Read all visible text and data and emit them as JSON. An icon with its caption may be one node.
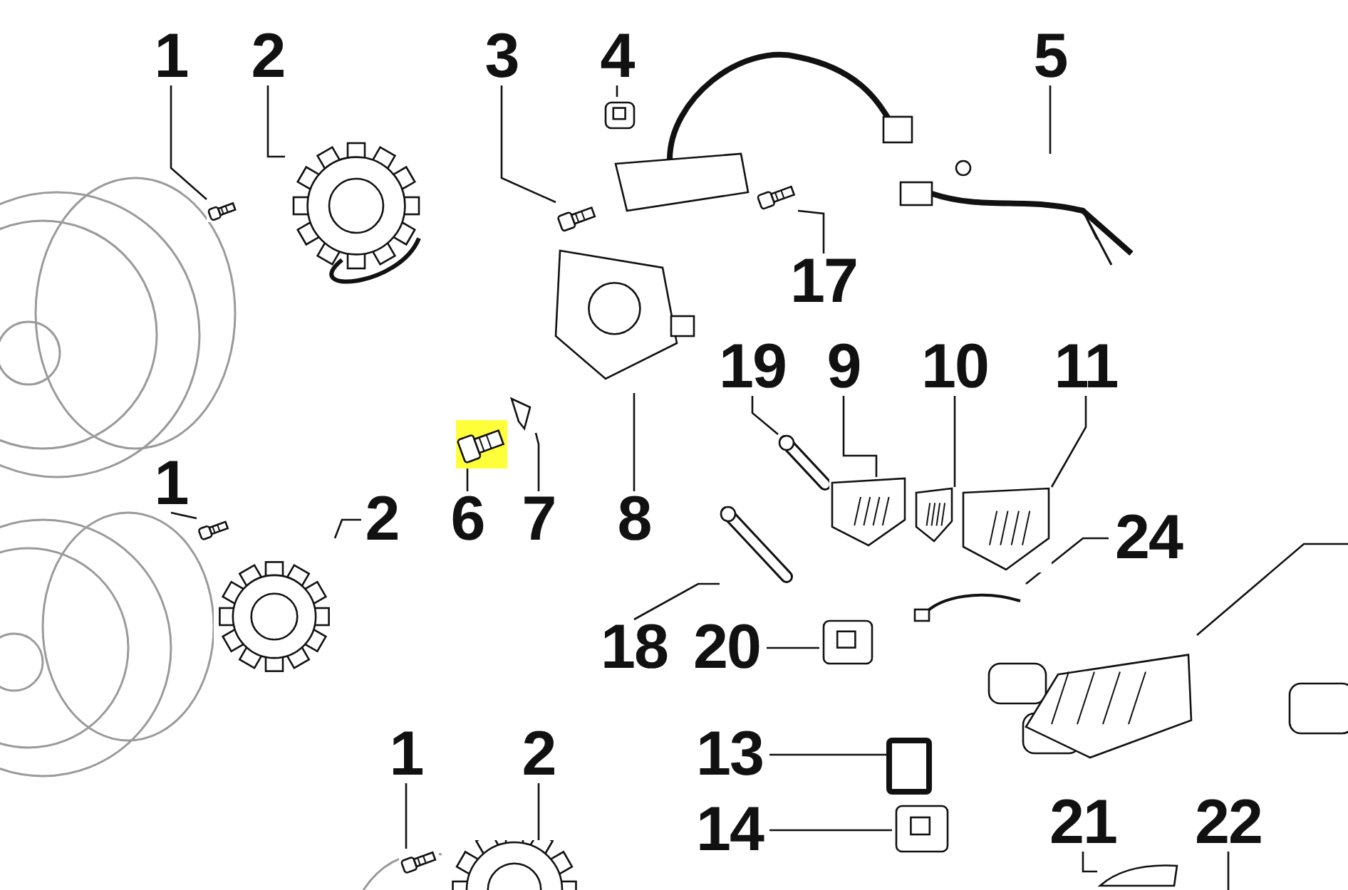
{
  "diagram": {
    "nodes": [
      {
        "text": [
          "1"
        ]
      },
      {
        "text": [
          "2"
        ]
      },
      {
        "text": [
          "3"
        ]
      },
      {
        "text": [
          "4"
        ]
      },
      {
        "text": [
          "5"
        ]
      },
      {
        "text": [
          "17"
        ]
      },
      {
        "text": [
          "19"
        ]
      },
      {
        "text": [
          "9"
        ]
      },
      {
        "text": [
          "10"
        ]
      },
      {
        "text": [
          "11"
        ]
      },
      {
        "text": [
          "1"
        ]
      },
      {
        "text": [
          "6"
        ]
      },
      {
        "text": [
          "7"
        ]
      },
      {
        "text": [
          "8"
        ]
      },
      {
        "text": [
          "2"
        ]
      },
      {
        "text": [
          "24"
        ]
      },
      {
        "text": [
          "18"
        ]
      },
      {
        "text": [
          "20"
        ]
      },
      {
        "text": [
          "13"
        ]
      },
      {
        "text": [
          "1"
        ]
      },
      {
        "text": [
          "2"
        ]
      },
      {
        "text": [
          "14"
        ]
      },
      {
        "text": [
          "21"
        ]
      },
      {
        "text": [
          "22"
        ]
      },
      {
        "text": [],
        "shape": "picture"
      },
      {
        "text": [],
        "shape": "picture"
      },
      {
        "text": [],
        "shape": "picture"
      },
      {
        "text": [],
        "shape": "picture"
      },
      {
        "text": [],
        "shape": "picture"
      },
      {
        "text": [],
        "shape": "picture"
      },
      {
        "text": [],
        "shape": "picture"
      },
      {
        "text": [],
        "shape": "picture"
      },
      {
        "text": [],
        "shape": "picture"
      },
      {
        "text": [],
        "shape": "picture"
      },
      {
        "text": [],
        "shape": "picture"
      },
      {
        "text": [],
        "shape": "picture"
      },
      {
        "text": [],
        "shape": "picture"
      },
      {
        "text": [],
        "shape": "picture"
      },
      {
        "text": [],
        "shape": "picture"
      },
      {
        "text": [],
        "shape": "picture"
      },
      {
        "text": [],
        "shape": "picture"
      },
      {
        "text": [],
        "shape": "picture"
      },
      {
        "text": [],
        "shape": "picture"
      },
      {
        "text": [],
        "shape": "box"
      },
      {
        "text": [],
        "shape": "picture"
      },
      {
        "text": [],
        "shape": "picture"
      },
      {
        "text": [],
        "shape": "picture"
      },
      {
        "text": [],
        "shape": "picture"
      }
    ],
    "edges": [
      {
        "from": 0,
        "to": 24,
        "arrow": "none"
      },
      {
        "from": 1,
        "to": 25,
        "arrow": "none"
      },
      {
        "from": 2,
        "to": 26,
        "arrow": "none"
      },
      {
        "from": 3,
        "to": 27,
        "arrow": "none"
      },
      {
        "from": 4,
        "to": 28,
        "arrow": "none"
      },
      {
        "from": 5,
        "to": 29,
        "arrow": "none"
      },
      {
        "from": 6,
        "to": 31,
        "arrow": "none"
      },
      {
        "from": 7,
        "to": 32,
        "arrow": "none"
      },
      {
        "from": 8,
        "to": 33,
        "arrow": "none"
      },
      {
        "from": 9,
        "to": 34,
        "arrow": "none"
      },
      {
        "from": 10,
        "to": 37,
        "arrow": "none"
      },
      {
        "from": 11,
        "to": 35,
        "arrow": "none"
      },
      {
        "from": 12,
        "to": 36,
        "arrow": "none"
      },
      {
        "from": 13,
        "to": 30,
        "arrow": "none"
      },
      {
        "from": 14,
        "to": 38,
        "arrow": "none"
      },
      {
        "from": 15,
        "to": 39,
        "arrow": "none"
      },
      {
        "from": 16,
        "to": 40,
        "arrow": "none"
      },
      {
        "from": 17,
        "to": 41,
        "arrow": "none"
      },
      {
        "from": 18,
        "to": 43,
        "arrow": "none"
      },
      {
        "from": 19,
        "to": 45,
        "arrow": "none"
      },
      {
        "from": 20,
        "to": 46,
        "arrow": "none"
      },
      {
        "from": 21,
        "to": 44,
        "arrow": "none"
      },
      {
        "from": 22,
        "to": 47,
        "arrow": "none"
      },
      {
        "from": 23,
        "to": null,
        "arrow": "none"
      },
      {
        "from": 42,
        "to": null,
        "arrow": "none"
      }
    ]
  }
}
